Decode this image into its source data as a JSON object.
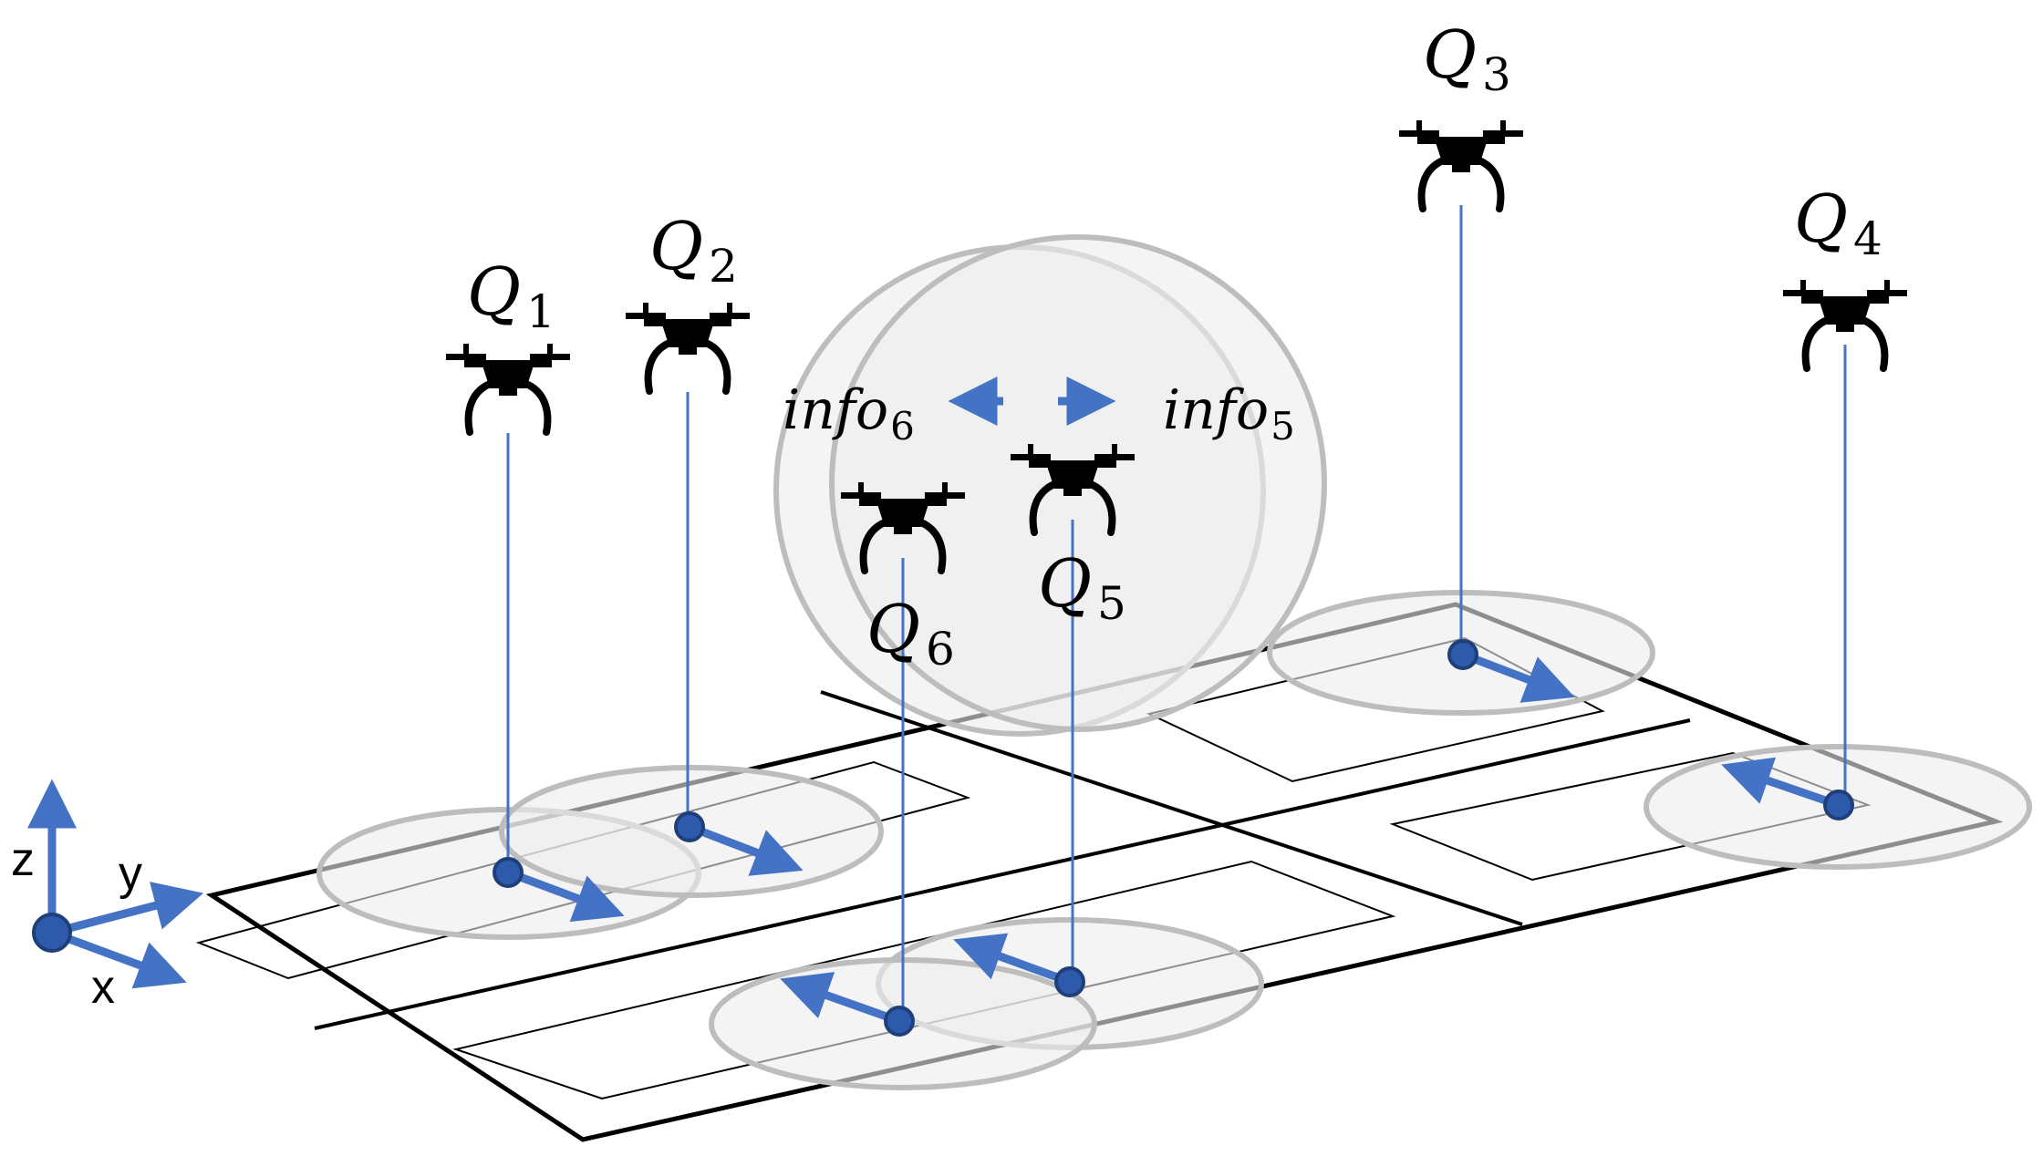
{
  "axes": {
    "z_label": "z",
    "y_label": "y",
    "x_label": "x"
  },
  "info_exchange": {
    "left": {
      "base": "info",
      "sub": "6"
    },
    "right": {
      "base": "info",
      "sub": "5"
    }
  },
  "drones": [
    {
      "base": "Q",
      "sub": "1"
    },
    {
      "base": "Q",
      "sub": "2"
    },
    {
      "base": "Q",
      "sub": "3"
    },
    {
      "base": "Q",
      "sub": "4"
    },
    {
      "base": "Q",
      "sub": "5"
    },
    {
      "base": "Q",
      "sub": "6"
    }
  ],
  "colors": {
    "accent": "#4472C4",
    "ground_point": "#2E5AAC",
    "ground_point_stroke": "#1F3F7A",
    "coverage_fill": "#EDEDED",
    "coverage_stroke": "#BDBDBD",
    "floor_outline": "#000000",
    "drone_icon": "#000000"
  }
}
